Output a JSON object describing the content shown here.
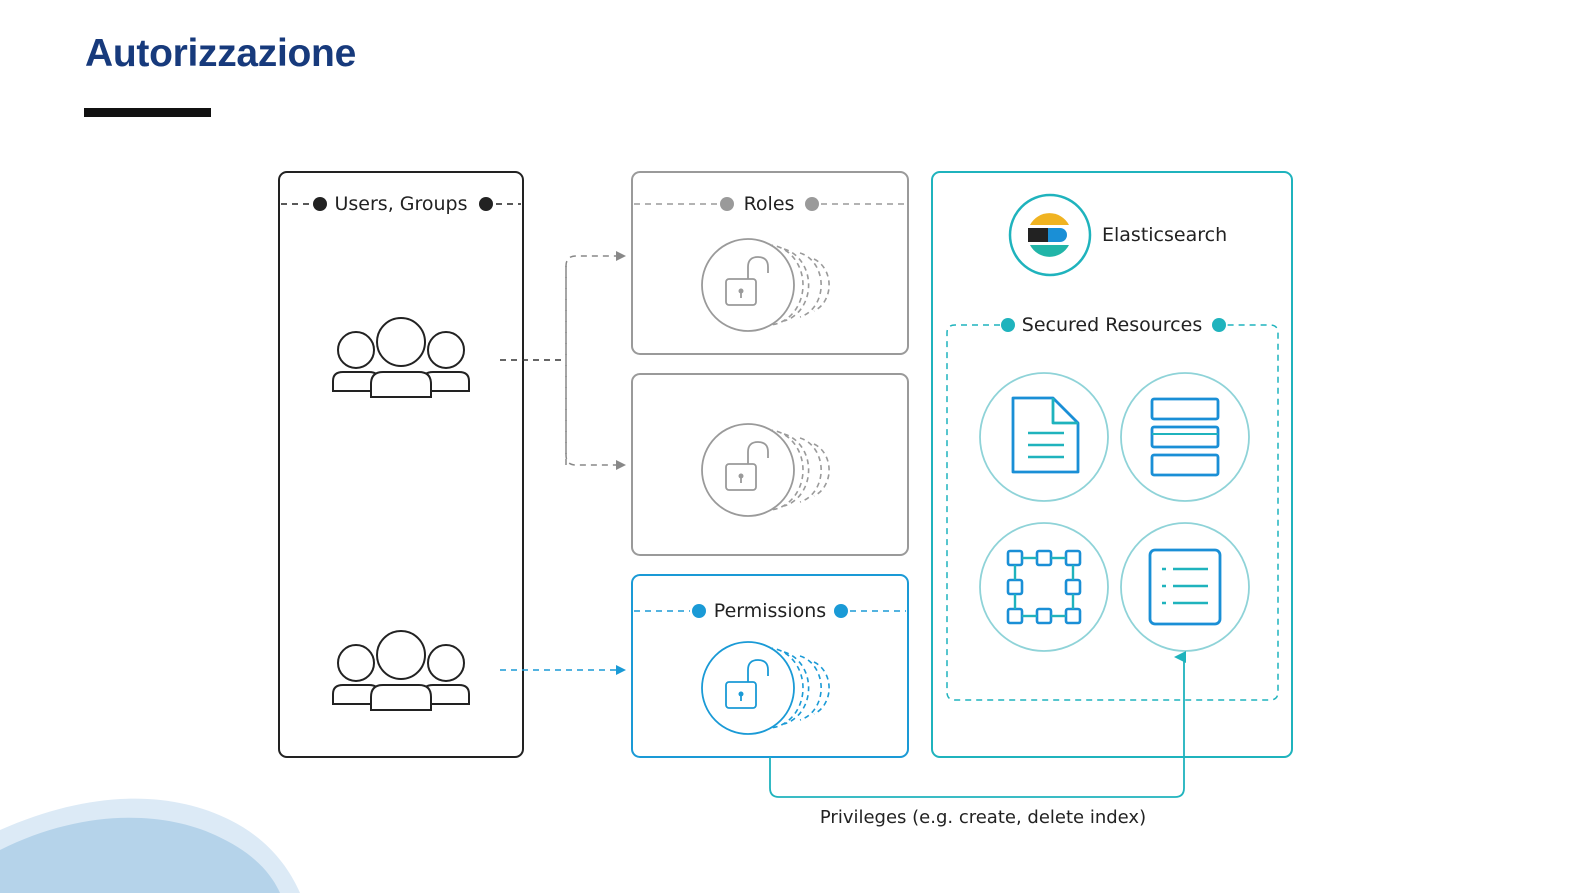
{
  "slide": {
    "title": "Autorizzazione"
  },
  "diagram": {
    "users_label": "Users, Groups",
    "roles_label": "Roles",
    "permissions_label": "Permissions",
    "product_label": "Elasticsearch",
    "resources_label": "Secured Resources",
    "privileges_caption": "Privileges (e.g. create, delete index)"
  },
  "colors": {
    "title": "#173a7c",
    "dark": "#222222",
    "gray": "#9a9a9a",
    "blue": "#1a9ad6",
    "teal": "#1fb3bd",
    "background_wave": "#b5d3ea"
  },
  "icons": [
    "users-group-icon",
    "padlock-icon",
    "elasticsearch-logo",
    "document-icon",
    "index-icon",
    "cluster-icon",
    "list-icon"
  ]
}
